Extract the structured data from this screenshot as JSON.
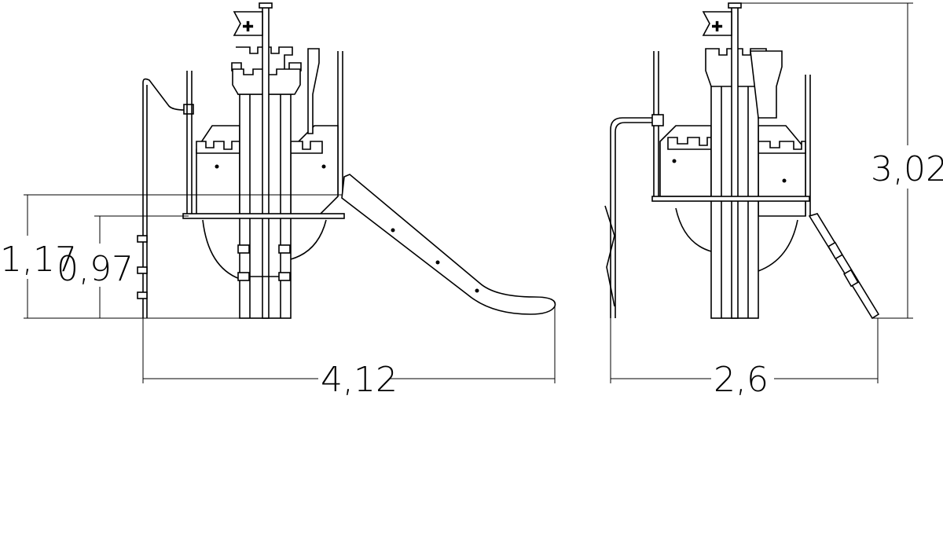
{
  "dimensions": {
    "side_height_total": "1,17",
    "side_platform_height": "0,97",
    "side_length": "4,12",
    "front_width": "2,6",
    "front_height": "3,02"
  }
}
